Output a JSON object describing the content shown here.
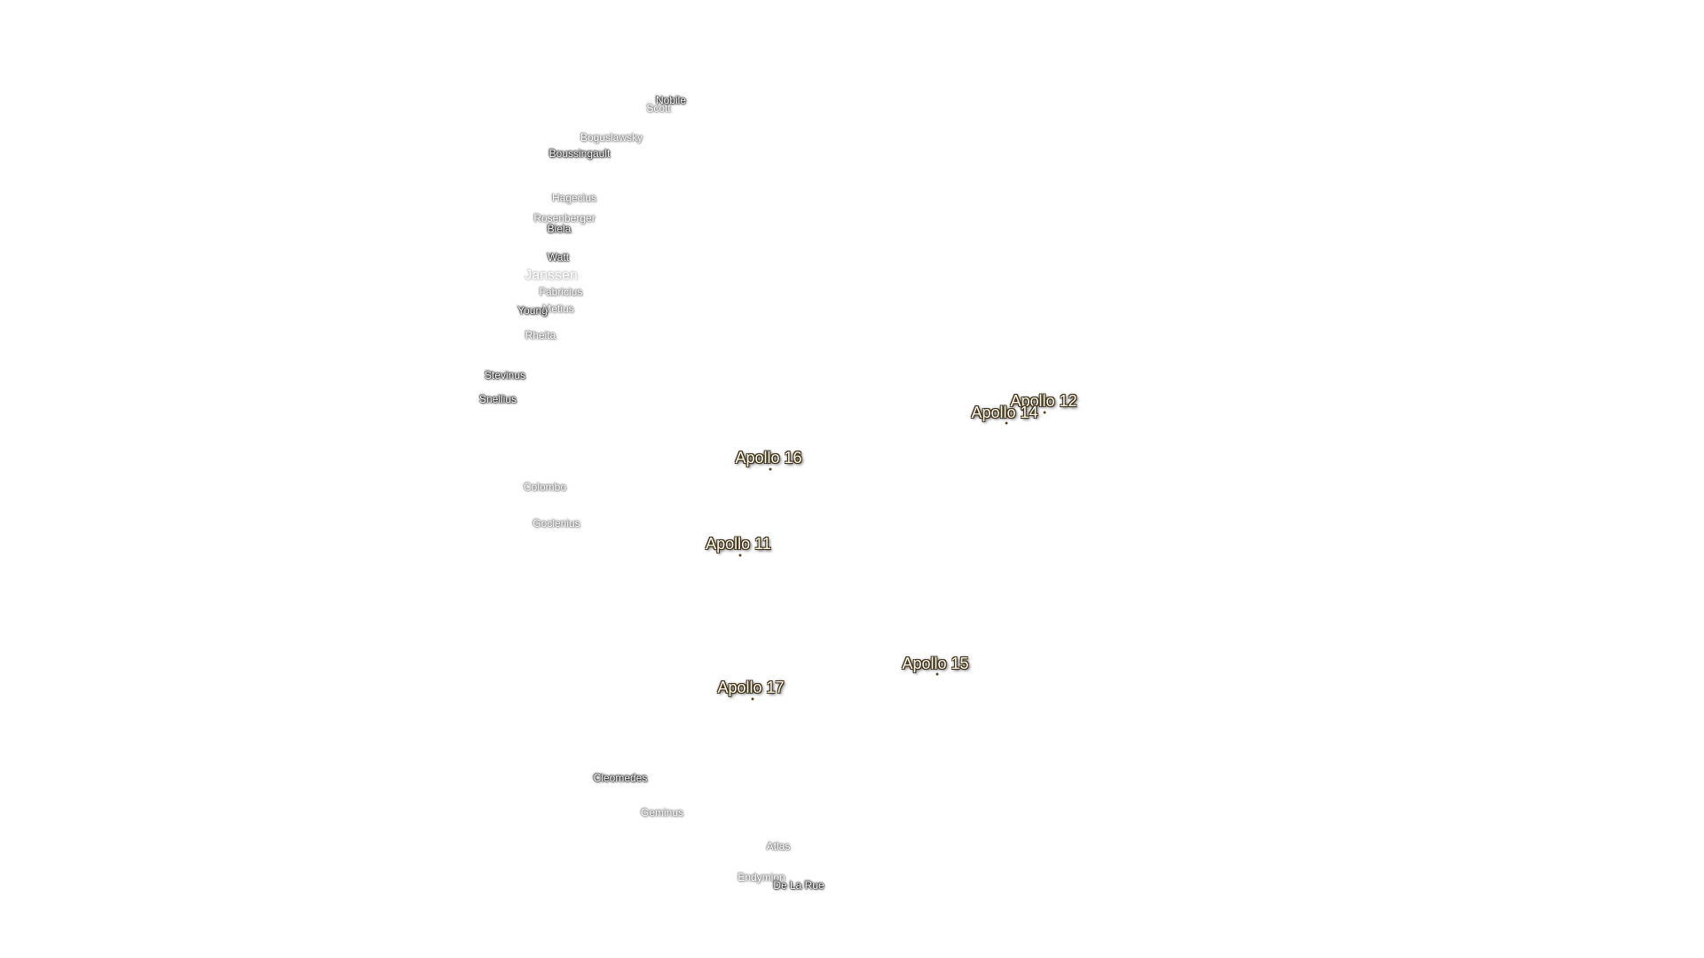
{
  "craters": [
    {
      "name": "Nobile",
      "style": "normal"
    },
    {
      "name": "Scott",
      "style": "dim"
    },
    {
      "name": "Boguslawsky",
      "style": "dim"
    },
    {
      "name": "Boussingault",
      "style": "normal"
    },
    {
      "name": "Hagecius",
      "style": "dim"
    },
    {
      "name": "Rosenberger",
      "style": "dim"
    },
    {
      "name": "Biela",
      "style": "normal"
    },
    {
      "name": "Watt",
      "style": "normal"
    },
    {
      "name": "Janssen",
      "style": "faint"
    },
    {
      "name": "Fabricius",
      "style": "dim"
    },
    {
      "name": "Young",
      "style": "normal"
    },
    {
      "name": "Metius",
      "style": "dim"
    },
    {
      "name": "Rheita",
      "style": "dim"
    },
    {
      "name": "Stevinus",
      "style": "normal"
    },
    {
      "name": "Snellius",
      "style": "normal"
    },
    {
      "name": "Colombo",
      "style": "dim"
    },
    {
      "name": "Goclenius",
      "style": "dim"
    },
    {
      "name": "Cleomedes",
      "style": "normal"
    },
    {
      "name": "Geminus",
      "style": "dim"
    },
    {
      "name": "Atlas",
      "style": "dim"
    },
    {
      "name": "Endymion",
      "style": "dim"
    },
    {
      "name": "De La Rue",
      "style": "normal"
    }
  ],
  "apollo_sites": [
    {
      "name": "Apollo 12"
    },
    {
      "name": "Apollo 14"
    },
    {
      "name": "Apollo 16"
    },
    {
      "name": "Apollo 11"
    },
    {
      "name": "Apollo 15"
    },
    {
      "name": "Apollo 17"
    }
  ]
}
